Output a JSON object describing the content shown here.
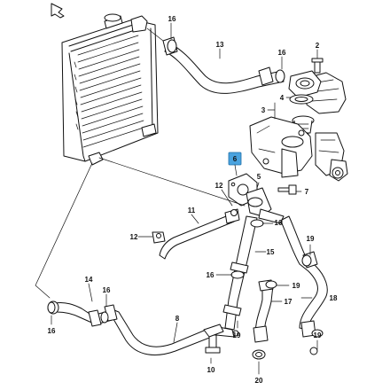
{
  "highlight_color": "#4aa3df",
  "line_color": "#111111",
  "callouts": {
    "c2": "2",
    "c3": "3",
    "c4": "4",
    "c5": "5",
    "c6": "6",
    "c7": "7",
    "c8": "8",
    "c10": "10",
    "c11": "11",
    "c12a": "12",
    "c12b": "12",
    "c13": "13",
    "c14": "14",
    "c15": "15",
    "c16a": "16",
    "c16b": "16",
    "c16c": "16",
    "c16d": "16",
    "c16e": "16",
    "c16f": "16",
    "c17": "17",
    "c18": "18",
    "c19a": "19",
    "c19b": "19",
    "c19c": "19",
    "c19d": "19",
    "c20": "20"
  }
}
